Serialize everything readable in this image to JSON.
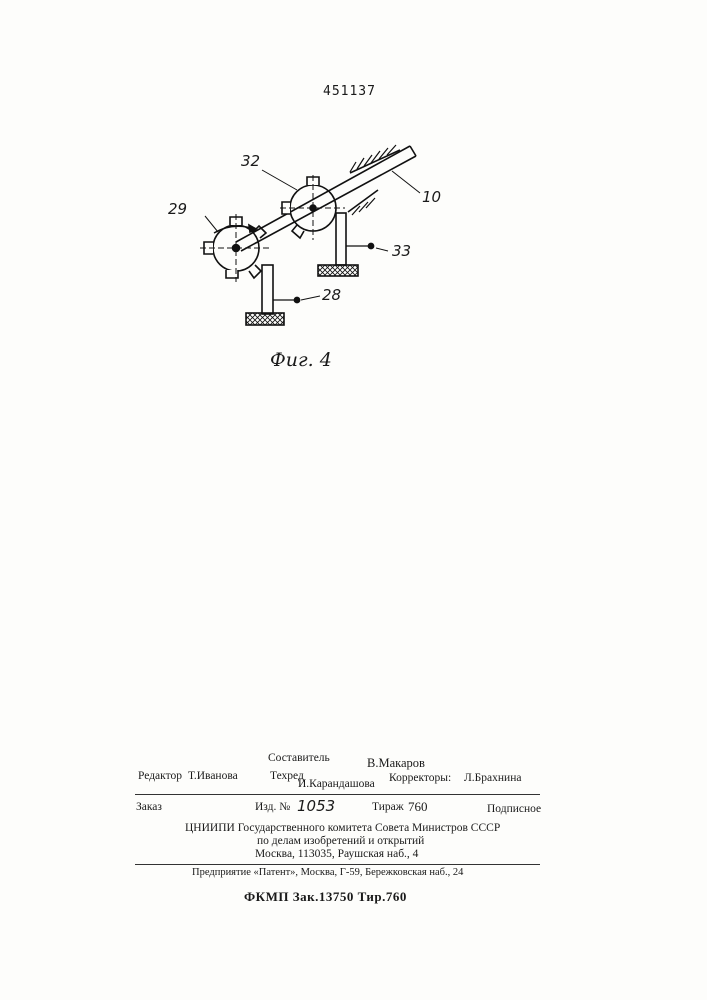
{
  "header": {
    "patent_number": "451137"
  },
  "figure": {
    "labels": {
      "gear_29": "29",
      "gear_32": "32",
      "rod_10": "10",
      "part_33": "33",
      "part_28": "28"
    },
    "caption": "Фиг. 4"
  },
  "imprint": {
    "compiler_label": "Составитель",
    "compiler_name": "В.Макаров",
    "editor_label": "Редактор",
    "editor_name": "Т.Иванова",
    "techred_label": "Техред",
    "techred_name": "И.Карандашова",
    "correctors_label": "Корректоры:",
    "correctors_name": "Л.Брахнина",
    "order_label": "Заказ",
    "izd_label": "Изд. №",
    "izd_number": "1053",
    "tirazh_label": "Тираж",
    "tirazh_value": "760",
    "subscription": "Подписное",
    "institute_line1": "ЦНИИПИ Государственного комитета Совета Министров СССР",
    "institute_line2": "по делам изобретений и открытий",
    "institute_line3": "Москва, 113035, Раушская наб., 4",
    "enterprise_line": "Предприятие «Патент», Москва, Г-59, Бережковская наб., 24",
    "stamp": "ФКМП Зак.13750 Тир.760"
  }
}
